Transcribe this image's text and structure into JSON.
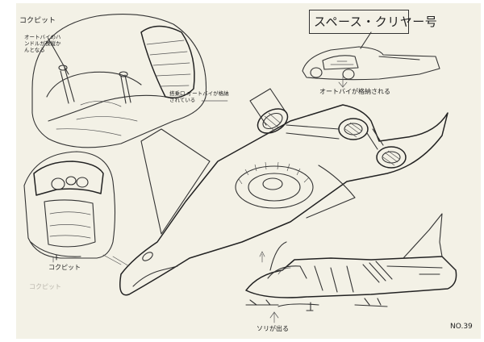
{
  "sheet": {
    "paper_color": "#f3f1e6",
    "ink_color": "#333333"
  },
  "title": "スペース・クリヤー号",
  "labels": {
    "cockpit_top": "コクピット",
    "cockpit_bottom": "コクピット",
    "cockpit_bottom_faded": "コクピット",
    "handle_note": "オートバイのハンドルが操縦かんとなる",
    "boarding_note": "搭乗口 オートバイが格納されている",
    "bike_stored": "オートバイが格納される",
    "sled_note": "ソリが出る",
    "page_number": "NO.39"
  }
}
